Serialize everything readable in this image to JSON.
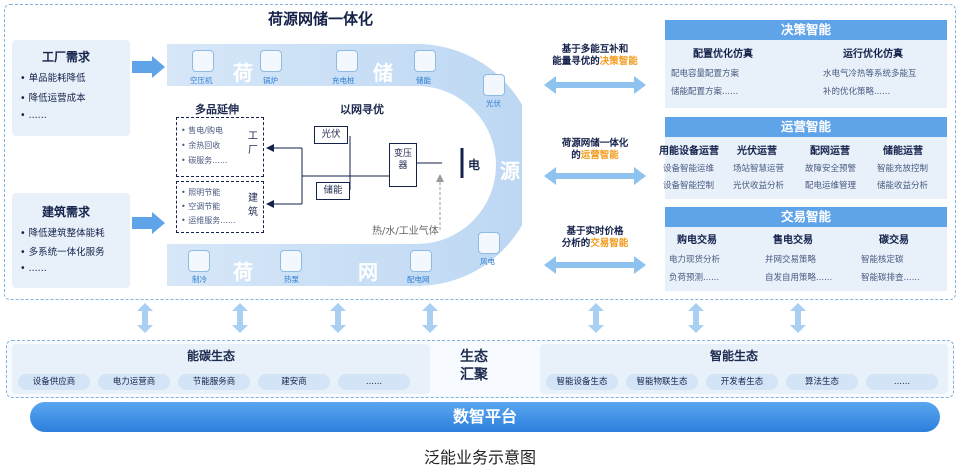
{
  "left": {
    "factory": {
      "title": "工厂需求",
      "items": [
        "单品能耗降低",
        "降低运营成本",
        "......"
      ]
    },
    "building": {
      "title": "建筑需求",
      "items": [
        "降低建筑整体能耗",
        "多系统一体化服务",
        "......"
      ]
    }
  },
  "center": {
    "title": "荷源网储一体化",
    "top_chars": [
      "荷",
      "储"
    ],
    "bottom_chars": [
      "荷",
      "网"
    ],
    "right_char": "源",
    "top_icons": [
      "空压机",
      "锅炉",
      "充电桩",
      "储能"
    ],
    "bottom_icons": [
      "制冷",
      "热泵",
      "配电网"
    ],
    "pv_label": "光伏",
    "wind_label": "风电",
    "multi_ext": "多品延伸",
    "grid_opt": "以网寻优",
    "factory_label": "工厂",
    "building_label": "建筑",
    "factory_lines": [
      "售电/购电",
      "余热回收",
      "碳服务......"
    ],
    "building_lines": [
      "照明节能",
      "空调节能",
      "运维服务......"
    ],
    "node_pv": "光伏",
    "node_storage": "储能",
    "node_transformer": "变压器",
    "node_power": "电",
    "heat_label": "热/水/工业气体"
  },
  "middle": {
    "m1": {
      "line1": "基于多能互补和",
      "line2_a": "能量寻优的",
      "line2_b": "决策智能"
    },
    "m2": {
      "line1": "荷源网储一体化",
      "line2_a": "的",
      "line2_b": "运营智能"
    },
    "m3": {
      "line1": "基于实时价格",
      "line2_a": "分析的",
      "line2_b": "交易智能"
    }
  },
  "right": {
    "decision": {
      "title": "决策智能",
      "cols": [
        {
          "title": "配置优化仿真",
          "lines": [
            "配电容量配置方案",
            "储能配置方案......"
          ]
        },
        {
          "title": "运行优化仿真",
          "lines": [
            "水电气冷热等系统多能互",
            "补的优化策略......"
          ]
        }
      ]
    },
    "operation": {
      "title": "运营智能",
      "cols": [
        {
          "title": "用能设备运营",
          "lines": [
            "设备智能运维",
            "设备智能控制"
          ]
        },
        {
          "title": "光伏运营",
          "lines": [
            "场站智慧运营",
            "光伏收益分析"
          ]
        },
        {
          "title": "配网运营",
          "lines": [
            "故障安全预警",
            "配电运维管理"
          ]
        },
        {
          "title": "储能运营",
          "lines": [
            "智能充放控制",
            "储能收益分析"
          ]
        }
      ]
    },
    "trade": {
      "title": "交易智能",
      "cols": [
        {
          "title": "购电交易",
          "lines": [
            "电力现货分析",
            "负荷预测......"
          ]
        },
        {
          "title": "售电交易",
          "lines": [
            "并网交易策略",
            "自发自用策略......"
          ]
        },
        {
          "title": "碳交易",
          "lines": [
            "智能核定碳",
            "智能碳排查......"
          ]
        }
      ]
    }
  },
  "bottom": {
    "energy_eco": {
      "title": "能碳生态",
      "items": [
        "设备供应商",
        "电力运营商",
        "节能服务商",
        "建安商",
        "......"
      ]
    },
    "center_label_1": "生态",
    "center_label_2": "汇聚",
    "smart_eco": {
      "title": "智能生态",
      "items": [
        "智能设备生态",
        "智能物联生态",
        "开发者生态",
        "算法生态",
        "......"
      ]
    },
    "platform": "数智平台"
  },
  "caption": "泛能业务示意图",
  "colors": {
    "accent": "#5fa3e8",
    "highlight": "#f29b1d",
    "panel": "#e8f1fa",
    "text": "#15224a"
  }
}
